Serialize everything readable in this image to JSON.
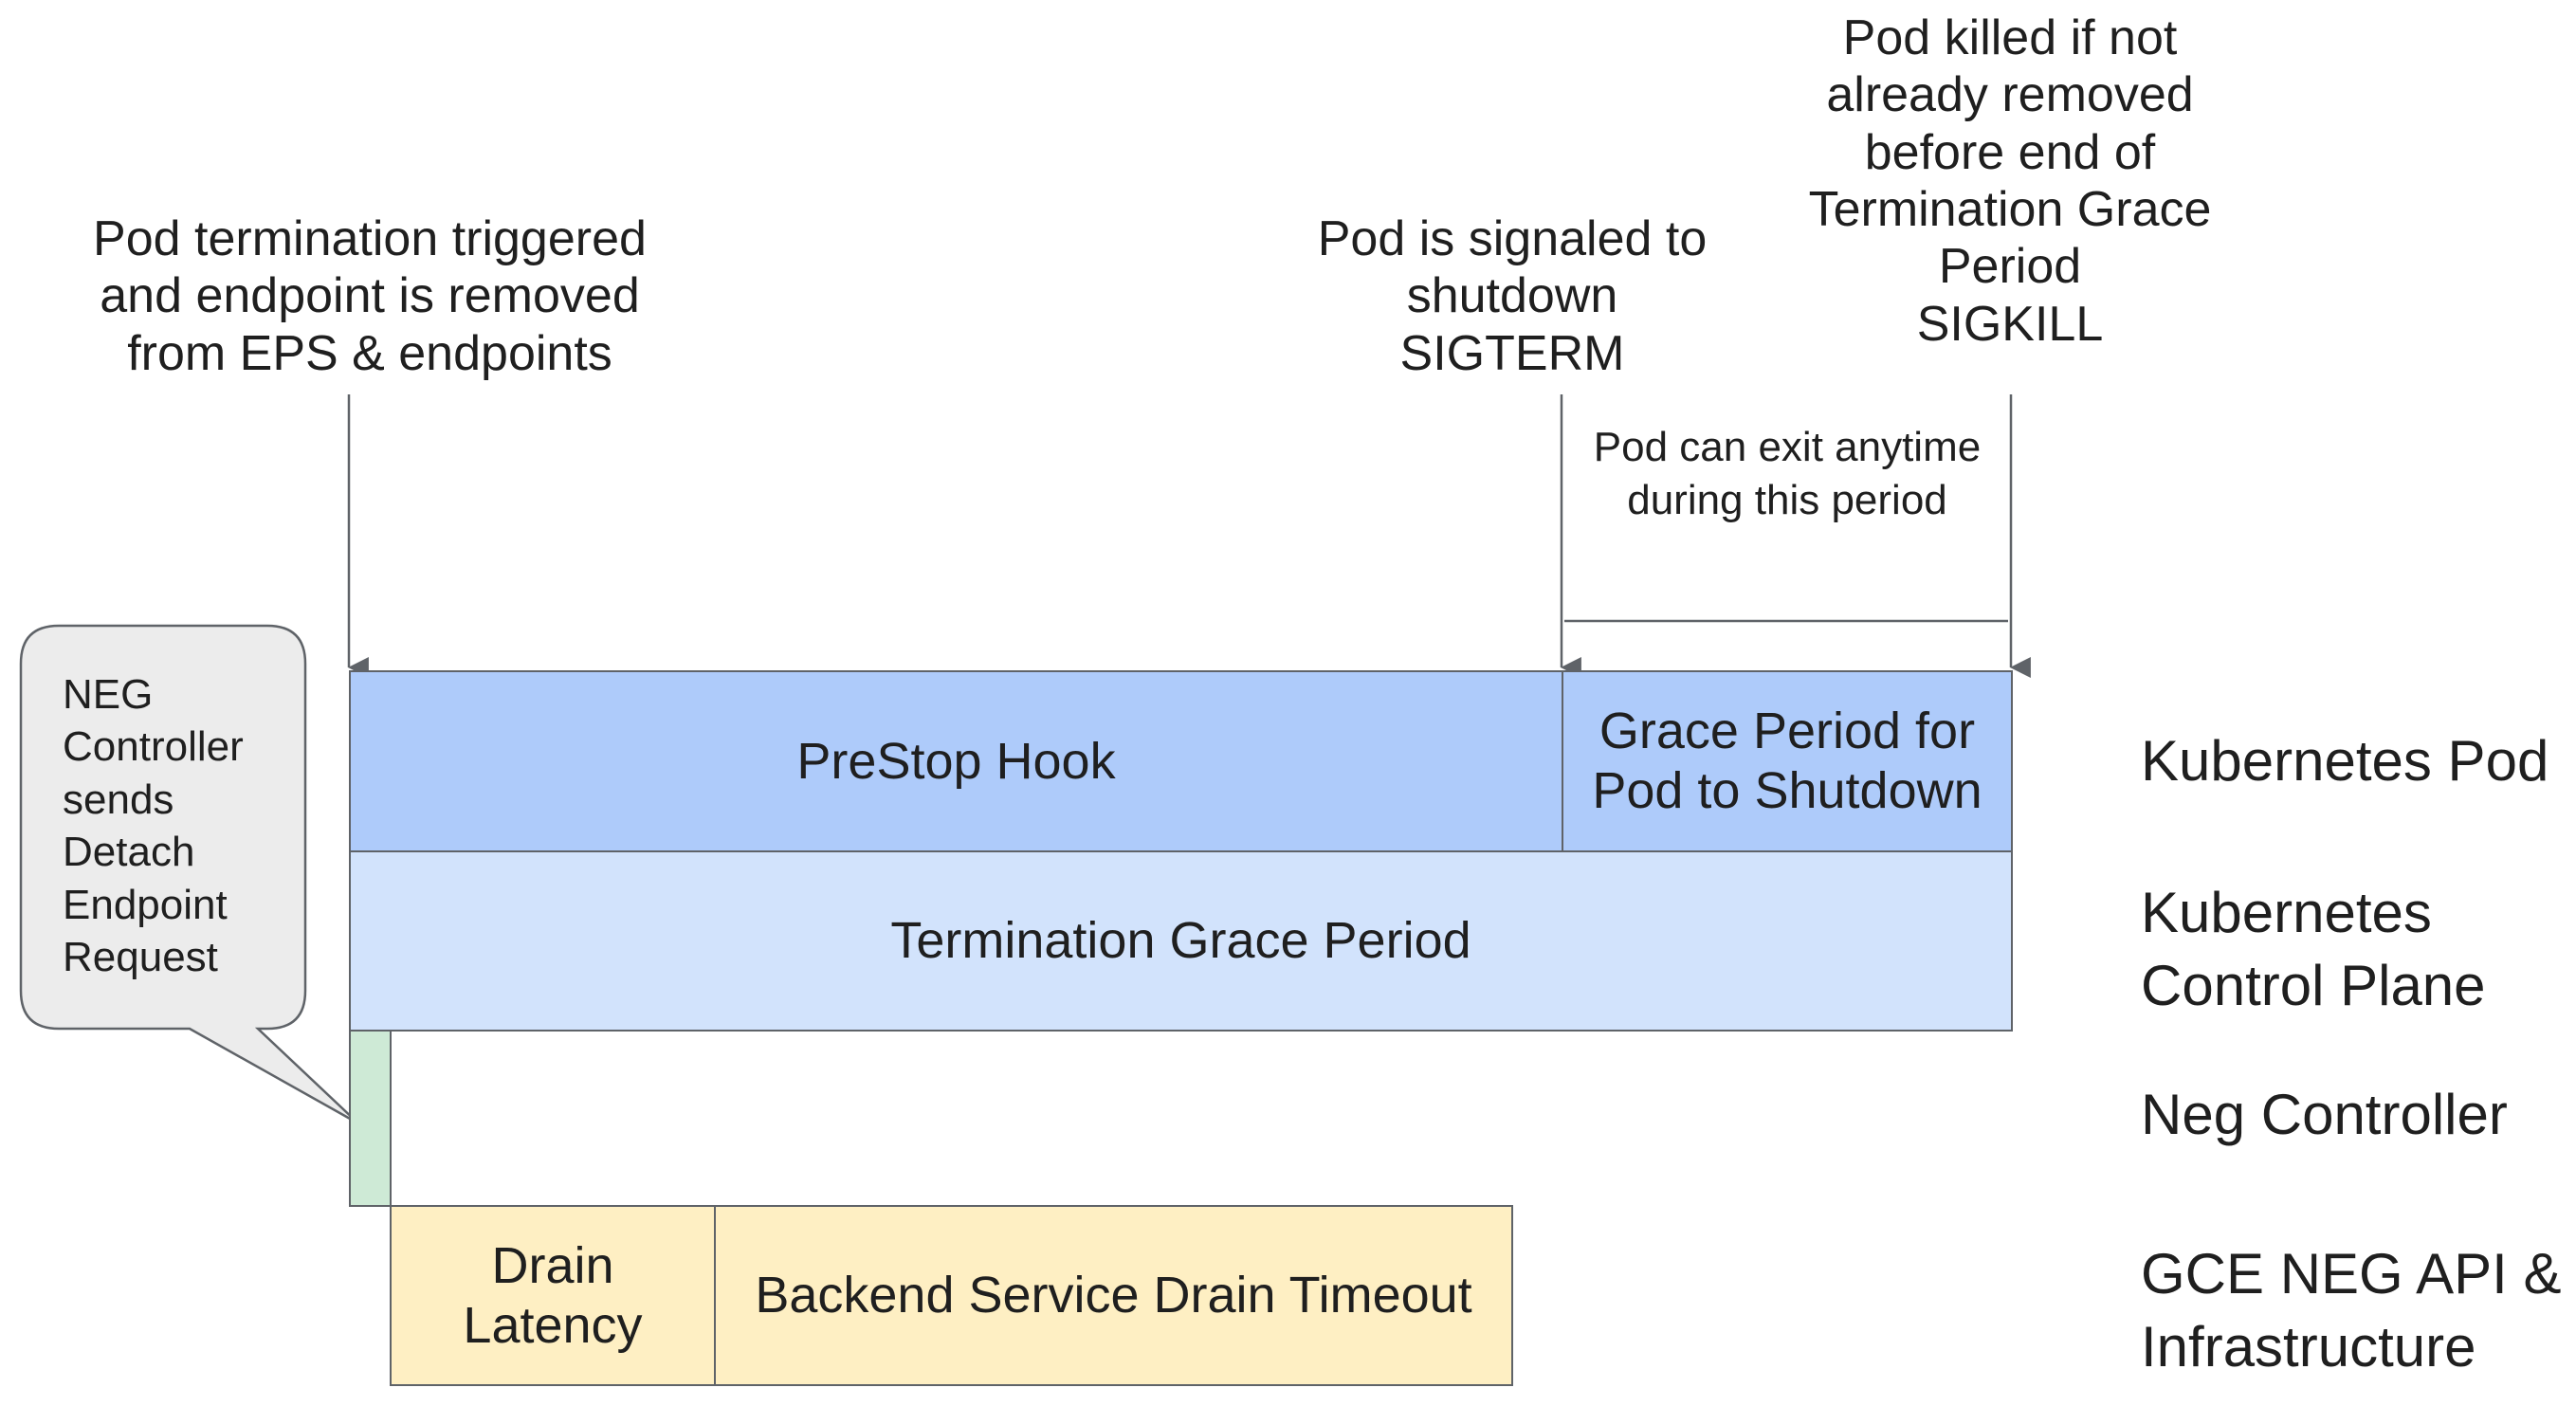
{
  "annotations": {
    "pod_termination": "Pod termination triggered\nand endpoint is removed\nfrom EPS & endpoints",
    "sigterm": "Pod is signaled to\nshutdown\nSIGTERM",
    "sigkill": "Pod killed if not\nalready removed\nbefore end of\nTermination Grace\nPeriod\nSIGKILL",
    "exit_anytime": "Pod can exit anytime\nduring this period"
  },
  "callout": {
    "text": "NEG\nController\nsends\nDetach\nEndpoint\nRequest"
  },
  "bars": {
    "prestop_hook": "PreStop Hook",
    "grace_period": "Grace Period for\nPod to Shutdown",
    "termination_grace_period": "Termination Grace Period",
    "drain_latency": "Drain\nLatency",
    "backend_drain_timeout": "Backend Service Drain Timeout"
  },
  "rows": {
    "kubernetes_pod": "Kubernetes Pod",
    "control_plane": "Kubernetes\nControl Plane",
    "neg_controller": "Neg Controller",
    "gce_neg_api": "GCE NEG API &\nInfrastructure"
  },
  "colors": {
    "pod_bar": "#aecbfa",
    "control_plane_bar": "#d2e3fc",
    "neg_bar": "#ceead6",
    "gce_bar": "#feefc3",
    "callout_fill": "#ececec",
    "line": "#5f6368"
  }
}
